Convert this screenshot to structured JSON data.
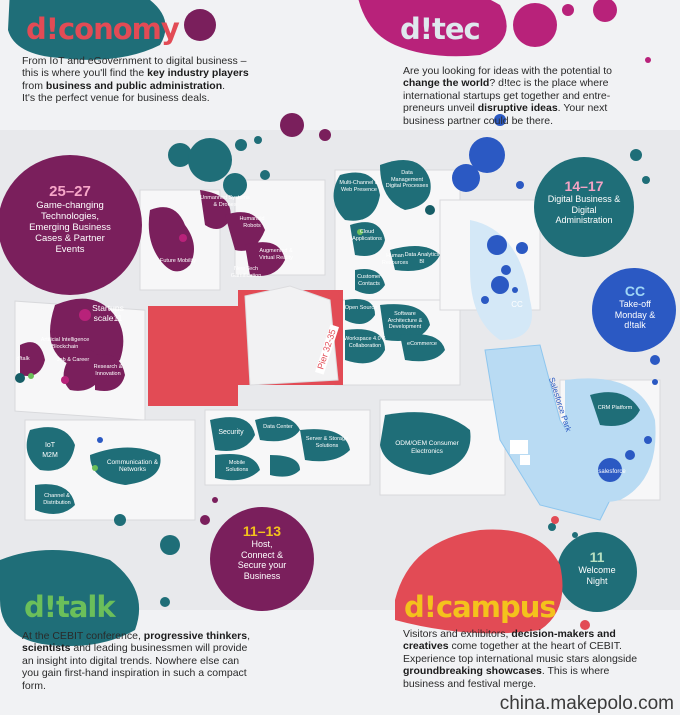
{
  "colors": {
    "teal": "#1f6e78",
    "teal_dark": "#165d66",
    "purple": "#7a1f5c",
    "magenta": "#b8227a",
    "blue": "#2b59c3",
    "red": "#e24b55",
    "green": "#6bbf5a",
    "yellow": "#f4c21c",
    "light_blue": "#8ec6ee"
  },
  "diconomy": {
    "title": "d!conomy",
    "line1": "From IoT and eGovernment to digital business –",
    "line2a": "this is where you'll find the ",
    "line2b": "key industry players",
    "line3a": "from ",
    "line3b": "business and public administration",
    "line3c": ".",
    "line4": "It's the perfect venue for business deals."
  },
  "ditec": {
    "title": "d!tec",
    "line1": "Are you looking for ideas with the potential to",
    "line2a": "change the world",
    "line2b": "? d!tec is the place where",
    "line3": "international startups get together and entre-",
    "line4a": "preneurs unveil ",
    "line4b": "disruptive ideas",
    "line4c": ". Your next",
    "line5": "business partner could be there."
  },
  "ditalk": {
    "title": "d!talk",
    "line1a": "At the CEBIT conference, ",
    "line1b": "progressive thinkers",
    "line1c": ",",
    "line2a": "scientists",
    "line2b": " and leading businessmen will provide",
    "line3": "an insight into digital trends. Nowhere else can",
    "line4": "you gain first-hand inspiration in such a compact",
    "line5": "form."
  },
  "dicampus": {
    "title": "d!campus",
    "line1a": "Visitors and exhibitors, ",
    "line1b": "decision-makers and",
    "line2a": "creatives",
    "line2b": " come together at the heart of CEBIT.",
    "line3": "Experience top international music stars alongside",
    "line4a": "groundbreaking showcases",
    "line4b": ". This is where",
    "line5": "business and festival merge."
  },
  "circles": {
    "c1": {
      "title": "25–27",
      "l1": "Game-changing",
      "l2": "Technologies,",
      "l3": "Emerging Business",
      "l4": "Cases & Partner",
      "l5": "Events"
    },
    "c2": {
      "title": "14–17",
      "l1": "Digital Business &",
      "l2": "Digital",
      "l3": "Administration"
    },
    "c3": {
      "title": "CC",
      "l1": "Take-off",
      "l2": "Monday &",
      "l3": "d!talk"
    },
    "c4": {
      "title": "11–13",
      "l1": "Host,",
      "l2": "Connect &",
      "l3": "Secure your",
      "l4": "Business"
    },
    "c5": {
      "title": "11",
      "l1": "Welcome",
      "l2": "Night"
    }
  },
  "map_labels": {
    "startups": "Startups",
    "scale11": "scale11",
    "ai": "Artificial Intelligence Blockchain",
    "job": "Job & Career",
    "research": "Research & Innovation",
    "ditalk": "d!talk",
    "future_mobility": "Future Mobility",
    "unmanned": "Unmanned Systems & Drones",
    "humanoid": "Humanoid Robots",
    "augmented": "Augmented & Virtual Reality",
    "new_tech": "New Tech Gamification",
    "multichannel": "Multi-Channel & Web Presence",
    "data_mgmt": "Data Management Digital Processes",
    "cloud": "Cloud Applications",
    "human_resources": "Human Resources",
    "data_analytics": "Data Analytics BI",
    "customer": "Customer Contacts",
    "opensource": "Open Source",
    "software": "Software Architecture & Development",
    "workspace": "Workspace 4.0 & Collaboration",
    "ecommerce": "eCommerce",
    "pier": "Pier 32-35",
    "cc": "CC",
    "salesforce_park": "Salesforce Park",
    "crm": "CRM Platform",
    "salesforce": "salesforce",
    "iot": "IoT",
    "m2m": "M2M",
    "comm": "Communication & Networks",
    "channel": "Channel & Distribution",
    "security": "Security",
    "data_center": "Data Center",
    "server": "Server & Storage Solutions",
    "mobile": "Mobile Solutions",
    "oem": "ODM/OEM Consumer Electronics"
  },
  "watermark": "china.makepolo.com"
}
